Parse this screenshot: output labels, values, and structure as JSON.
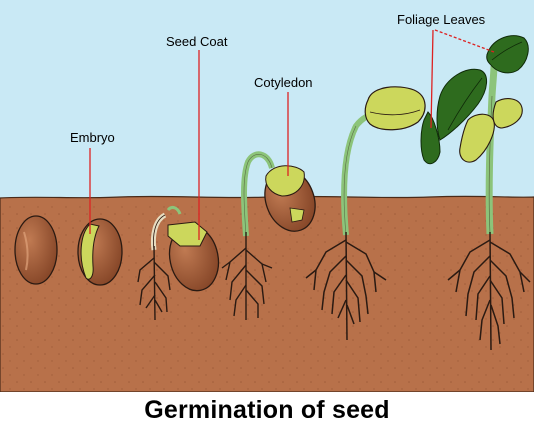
{
  "labels": {
    "embryo": "Embryo",
    "seed_coat": "Seed Coat",
    "cotyledon": "Cotyledon",
    "foliage_leaves": "Foliage Leaves"
  },
  "caption": "Germination of seed",
  "colors": {
    "sky": "#c9e9f5",
    "soil": "#b8714a",
    "seed": "#9a5230",
    "cotyledon": "#ccd75c",
    "stem": "#8cc47a",
    "leaf": "#2e6b1e",
    "root": "#2a1a12",
    "pointer": "#dd2222"
  }
}
